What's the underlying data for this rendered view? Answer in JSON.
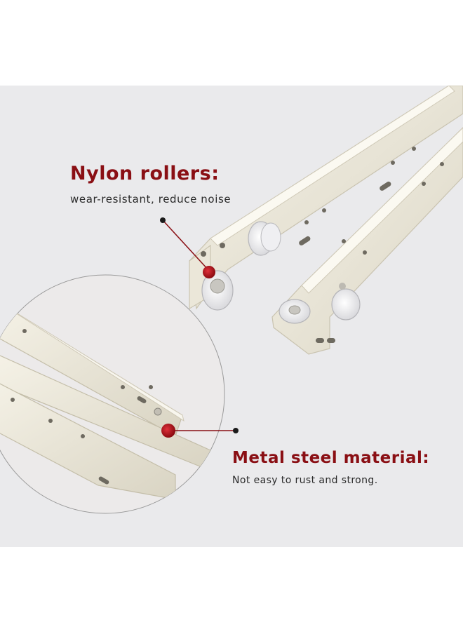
{
  "callouts": {
    "nylon": {
      "title": "Nylon rollers",
      "colon": ":",
      "subtitle": "wear-resistant, reduce noise"
    },
    "metal": {
      "title": "Metal steel material",
      "colon": ":",
      "subtitle": "Not easy to rust and strong."
    }
  },
  "colors": {
    "title_red": "#8a0f14",
    "background": "#eaeaec",
    "rail_cream": "#eeeadc",
    "pointer_red": "#b01018",
    "roller_white": "#f4f4f6"
  },
  "icons": [
    "magnifier-circle",
    "pointer-dot"
  ]
}
